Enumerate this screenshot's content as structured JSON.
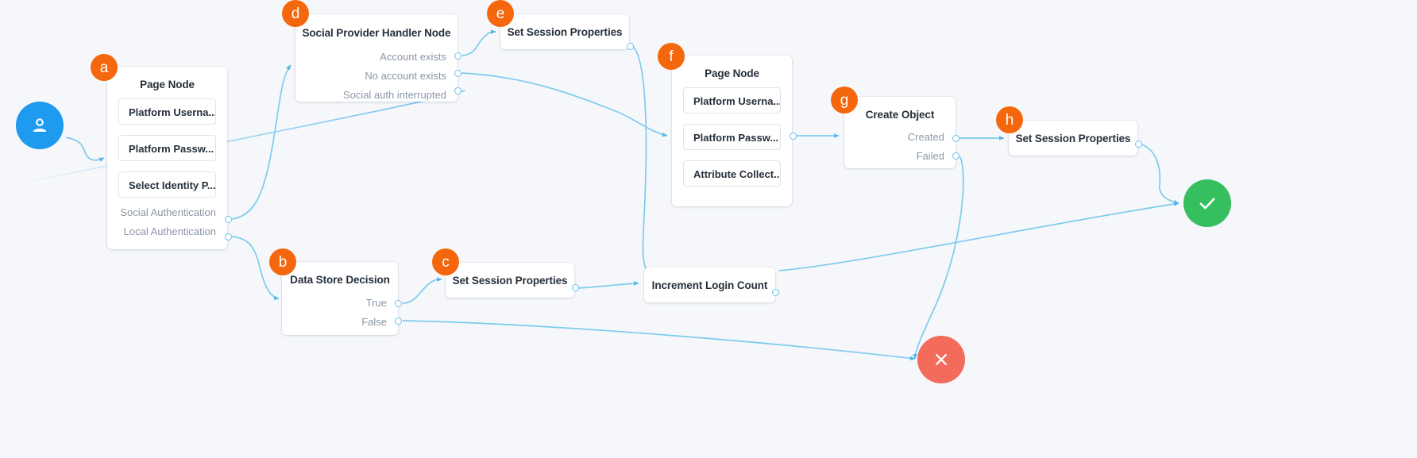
{
  "canvas": {
    "background_color": "#f5f7fa",
    "accent_color": "#f4670c",
    "edge_color": "#6dc0ec",
    "start_color": "#1e9bee",
    "success_color": "#36bf5e",
    "failure_color": "#f26b5b"
  },
  "start": {
    "name": "start-node",
    "icon": "user-icon",
    "color": "#1e9bee"
  },
  "terminals": [
    {
      "name": "success-node",
      "icon": "check-icon",
      "color": "#36bf5e"
    },
    {
      "name": "failure-node",
      "icon": "close-icon",
      "color": "#f26b5b"
    }
  ],
  "nodes": [
    {
      "id": "a",
      "badge": "a",
      "title": "Page Node",
      "fields": [
        "Platform Userna...",
        "Platform Passw...",
        "Select Identity P..."
      ],
      "outcomes": [
        "Social Authentication",
        "Local Authentication"
      ]
    },
    {
      "id": "d",
      "badge": "d",
      "title": "Social Provider Handler Node",
      "fields": [],
      "outcomes": [
        "Account exists",
        "No account exists",
        "Social auth interrupted"
      ]
    },
    {
      "id": "e",
      "badge": "e",
      "title": "Set Session Properties",
      "fields": [],
      "outcomes": []
    },
    {
      "id": "f",
      "badge": "f",
      "title": "Page Node",
      "fields": [
        "Platform Userna...",
        "Platform Passw...",
        "Attribute Collect..."
      ],
      "outcomes": []
    },
    {
      "id": "g",
      "badge": "g",
      "title": "Create Object",
      "fields": [],
      "outcomes": [
        "Created",
        "Failed"
      ]
    },
    {
      "id": "h",
      "badge": "h",
      "title": "Set Session Properties",
      "fields": [],
      "outcomes": []
    },
    {
      "id": "b",
      "badge": "b",
      "title": "Data Store Decision",
      "fields": [],
      "outcomes": [
        "True",
        "False"
      ]
    },
    {
      "id": "c",
      "badge": "c",
      "title": "Set Session Properties",
      "fields": [],
      "outcomes": []
    },
    {
      "id": "i",
      "badge": "",
      "title": "Increment Login Count",
      "fields": [],
      "outcomes": []
    }
  ]
}
